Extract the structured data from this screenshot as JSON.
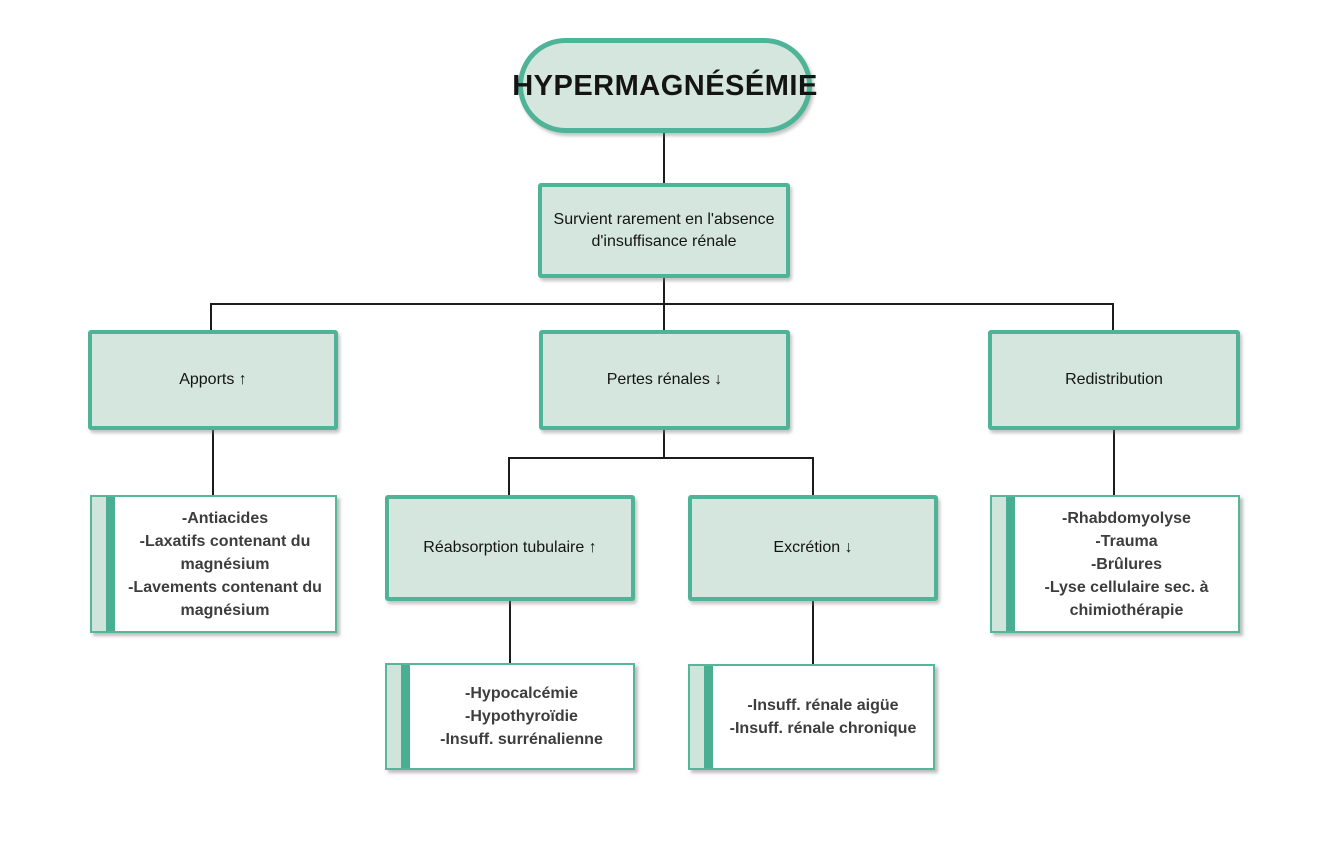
{
  "diagram": {
    "title": "HYPERMAGNÉSÉMIE",
    "colors": {
      "node_border": "#4fb398",
      "node_fill": "#d4e6dd",
      "stripe_light": "#cfe5dc",
      "stripe_dark": "#4aae93",
      "list_text": "#3d3d3d",
      "connector": "#1c1c1c"
    },
    "nodes": {
      "root": {
        "label": "HYPERMAGNÉSÉMIE"
      },
      "note": {
        "label": "Survient rarement en l'absence d'insuffisance rénale"
      },
      "apports": {
        "label": "Apports ↑"
      },
      "pertes": {
        "label": "Pertes rénales ↓"
      },
      "redistribution": {
        "label": "Redistribution"
      },
      "reabsorption": {
        "label": "Réabsorption tubulaire ↑"
      },
      "excretion": {
        "label": "Excrétion ↓"
      },
      "apports_list": {
        "items": [
          "-Antiacides",
          "-Laxatifs contenant du magnésium",
          "-Lavements contenant du magnésium"
        ]
      },
      "reabsorption_list": {
        "items": [
          "-Hypocalcémie",
          "-Hypothyroïdie",
          "-Insuff. surrénalienne"
        ]
      },
      "excretion_list": {
        "items": [
          "-Insuff. rénale aigüe",
          "-Insuff. rénale chronique"
        ]
      },
      "redistribution_list": {
        "items": [
          "-Rhabdomyolyse",
          "-Trauma",
          "-Brûlures",
          "-Lyse cellulaire sec. à chimiothérapie"
        ]
      }
    }
  }
}
